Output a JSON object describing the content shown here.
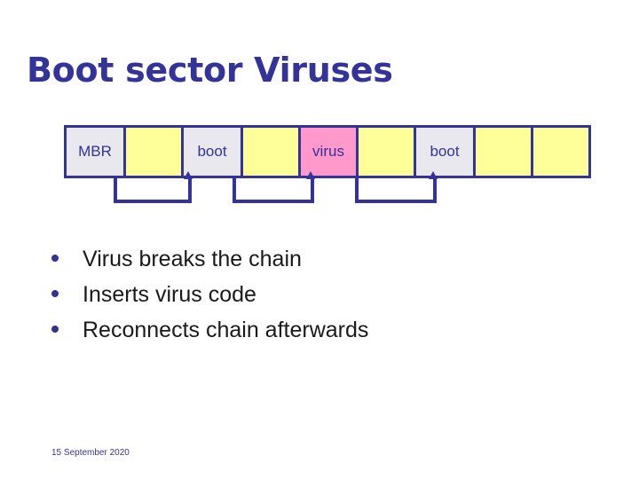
{
  "slide": {
    "title": "Boot sector Viruses",
    "footer_date": "15 September 2020",
    "colors": {
      "title": "#333399",
      "border": "#333399",
      "cell_gray": "#e8e8ee",
      "cell_yellow": "#ffff99",
      "cell_pink": "#ff99cc",
      "bullet": "#333399",
      "body_text": "#1a1a1a",
      "background": "#ffffff"
    }
  },
  "diagram": {
    "name": "disk-sector-chain",
    "cells": [
      {
        "label": "MBR",
        "fill": "gray"
      },
      {
        "label": "",
        "fill": "yellow"
      },
      {
        "label": "boot",
        "fill": "gray"
      },
      {
        "label": "",
        "fill": "yellow"
      },
      {
        "label": "virus",
        "fill": "pink"
      },
      {
        "label": "",
        "fill": "yellow"
      },
      {
        "label": "boot",
        "fill": "gray"
      },
      {
        "label": "",
        "fill": "yellow"
      },
      {
        "label": "",
        "fill": "yellow"
      }
    ],
    "connector_count": 3
  },
  "bullets": [
    "Virus breaks the chain",
    "Inserts virus code",
    "Reconnects chain afterwards"
  ]
}
